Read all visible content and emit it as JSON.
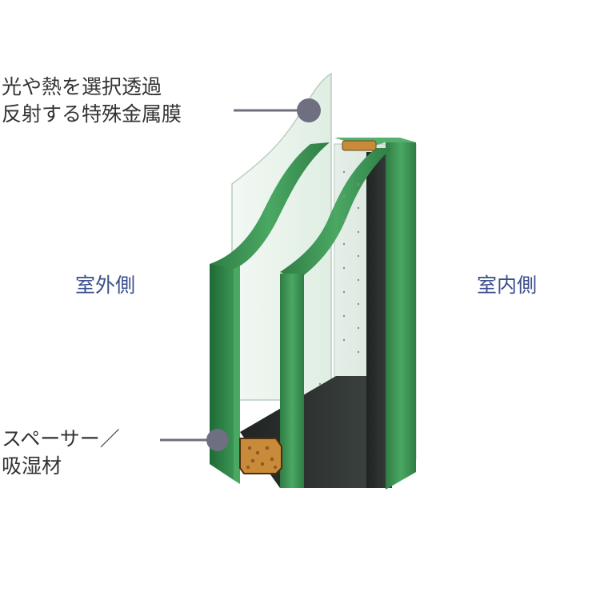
{
  "labels": {
    "coating": [
      "光や熱を選択透過",
      "反射する特殊金属膜"
    ],
    "spacer": [
      "スペーサー／",
      "吸湿材"
    ],
    "outdoor": "室外側",
    "indoor": "室内側"
  },
  "colors": {
    "glass_edge": "#3f9a57",
    "glass_edge_dark": "#2f7d44",
    "glass_face": "#eef5f0",
    "spacer_dark": "#2a2f2c",
    "desiccant": "#c98a3a",
    "callout_dot": "#6e6f80",
    "callout_line": "#6e6f80",
    "side_label": "#3c4f8c",
    "text": "#333333"
  }
}
